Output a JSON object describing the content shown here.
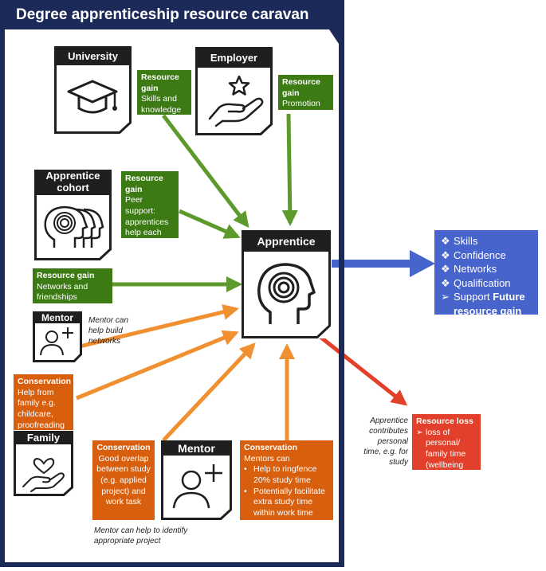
{
  "title": "Degree apprenticeship resource caravan",
  "colors": {
    "navy": "#1c2a5a",
    "green": "#3c7a14",
    "green_arrow": "#5c9a2c",
    "orange": "#d85f0d",
    "orange_arrow": "#f09030",
    "red": "#e2402a",
    "blue": "#4763cc",
    "card_header": "#1f1f1f"
  },
  "cards": {
    "university": {
      "label": "University",
      "icon": "graduation-cap-icon"
    },
    "employer": {
      "label": "Employer",
      "icon": "hand-star-icon"
    },
    "cohort": {
      "label": "Apprentice cohort",
      "icon": "group-heads-maze-icon"
    },
    "apprentice": {
      "label": "Apprentice",
      "icon": "head-maze-icon"
    },
    "mentor_small": {
      "label": "Mentor",
      "icon": "person-plus-icon"
    },
    "family": {
      "label": "Family",
      "icon": "hand-heart-icon"
    },
    "mentor_large": {
      "label": "Mentor",
      "icon": "person-plus-icon"
    }
  },
  "resource_gains": {
    "university": {
      "heading": "Resource gain",
      "text": "Skills and knowledge"
    },
    "employer": {
      "heading": "Resource gain",
      "text": "Promotion"
    },
    "cohort": {
      "heading": "Resource gain",
      "text": "Peer support: apprentices help each other out"
    },
    "networks": {
      "heading": "Resource gain",
      "text": "Networks and friendships"
    }
  },
  "conservation": {
    "family": {
      "heading": "Conservation",
      "text": "Help from family e.g. childcare, proofreading"
    },
    "overlap": {
      "heading": "Conservation",
      "text": "Good overlap between study (e.g. applied project) and work task"
    },
    "mentors": {
      "heading": "Conservation",
      "intro": "Mentors can",
      "bullet_mark": "•",
      "items": [
        "Help to ringfence 20% study time",
        "Potentially facilitate extra study time within work time"
      ]
    }
  },
  "resource_loss": {
    "heading": "Resource loss",
    "bullet_mark": "➢",
    "text": "loss of personal/ family time (wellbeing challenge)"
  },
  "outcomes": {
    "diamond_mark": "❖",
    "arrow_mark": "➢",
    "items": [
      "Skills",
      "Confidence",
      "Networks",
      "Qualification"
    ],
    "last_prefix": "Support",
    "last_bold": "Future resource gain"
  },
  "notes": {
    "mentor_networks": "Mentor can help build networks",
    "apprentice_time": "Apprentice contributes personal time, e.g. for study",
    "mentor_project": "Mentor can help to identify appropriate project"
  }
}
